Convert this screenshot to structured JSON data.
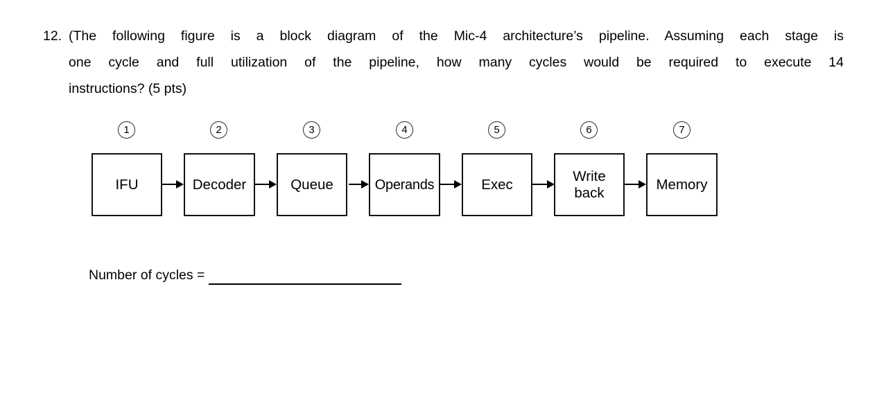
{
  "question": {
    "number": "12.",
    "line1": "(The following figure is a block diagram of the Mic-4 architecture’s pipeline. Assuming each stage is",
    "line2": "one cycle and full utilization of the pipeline, how many cycles would be required to execute 14",
    "line3": "instructions? (5 pts)"
  },
  "diagram": {
    "type": "block-diagram",
    "title": "Mic-4 architecture pipeline",
    "stage_count": 7,
    "stages": [
      {
        "number": "1",
        "label": "IFU"
      },
      {
        "number": "2",
        "label": "Decoder"
      },
      {
        "number": "3",
        "label": "Queue"
      },
      {
        "number": "4",
        "label": "Operands"
      },
      {
        "number": "5",
        "label": "Exec"
      },
      {
        "number": "6",
        "label": "Write\nback"
      },
      {
        "number": "7",
        "label": "Memory"
      }
    ],
    "connector": "arrow-right",
    "connector_count": 6,
    "colors": {
      "box_border": "#111111",
      "circle_border": "#2b2b2b",
      "text": "#000000",
      "background": "#ffffff"
    }
  },
  "answer": {
    "label": "Number of cycles =",
    "value": ""
  }
}
